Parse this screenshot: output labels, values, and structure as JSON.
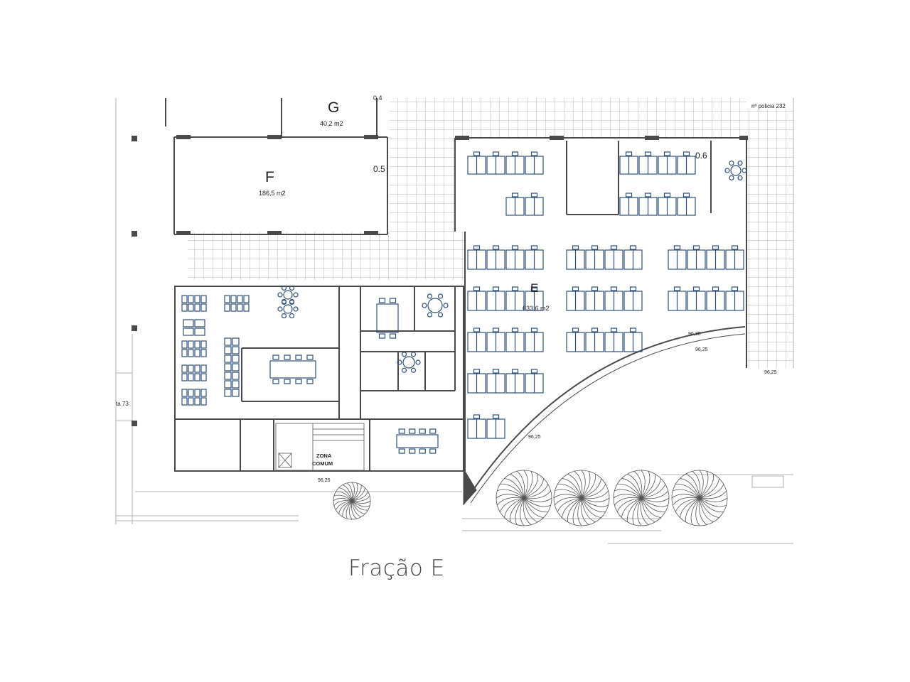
{
  "labels": {
    "room_g": "G",
    "room_g_area": "40,2 m2",
    "room_f": "F",
    "room_f_area": "186,5 m2",
    "room_e": "E",
    "room_e_area": "633,6 m2",
    "level_05": "0.5",
    "level_06": "0.6",
    "level_04": "0.4",
    "policia": "nº policia 232",
    "street_left": "ta 73",
    "zona_comum_line1": "ZONA",
    "zona_comum_line2": "COMUM",
    "elev_1": "96,25",
    "elev_2": "96,25",
    "elev_3": "96,25",
    "elev_4": "96,25",
    "elev_5": "96,30"
  },
  "caption": "Fração E",
  "colors": {
    "walls": "#4a4a4a",
    "furniture": "#2f4f7a",
    "grid": "#9a9a9a",
    "outline": "#b0b0b0"
  }
}
